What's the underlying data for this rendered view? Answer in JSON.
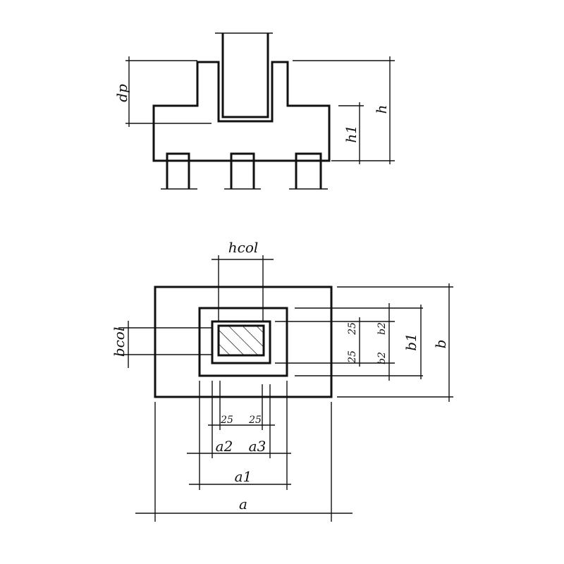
{
  "elevation": {
    "labels": {
      "dp": "dp",
      "h": "h",
      "h1": "h1"
    }
  },
  "plan": {
    "labels": {
      "hcol": "hcol",
      "bcol": "bcol",
      "b": "b",
      "b1": "b1",
      "b2_top": "b2",
      "b2_bottom": "b2",
      "gap_top": "25",
      "gap_bottom": "25",
      "gap_left": "25",
      "gap_right": "25",
      "a": "a",
      "a1": "a1",
      "a2": "a2",
      "a3": "a3"
    }
  },
  "colors": {
    "ink": "#111111",
    "paper": "#ffffff"
  }
}
